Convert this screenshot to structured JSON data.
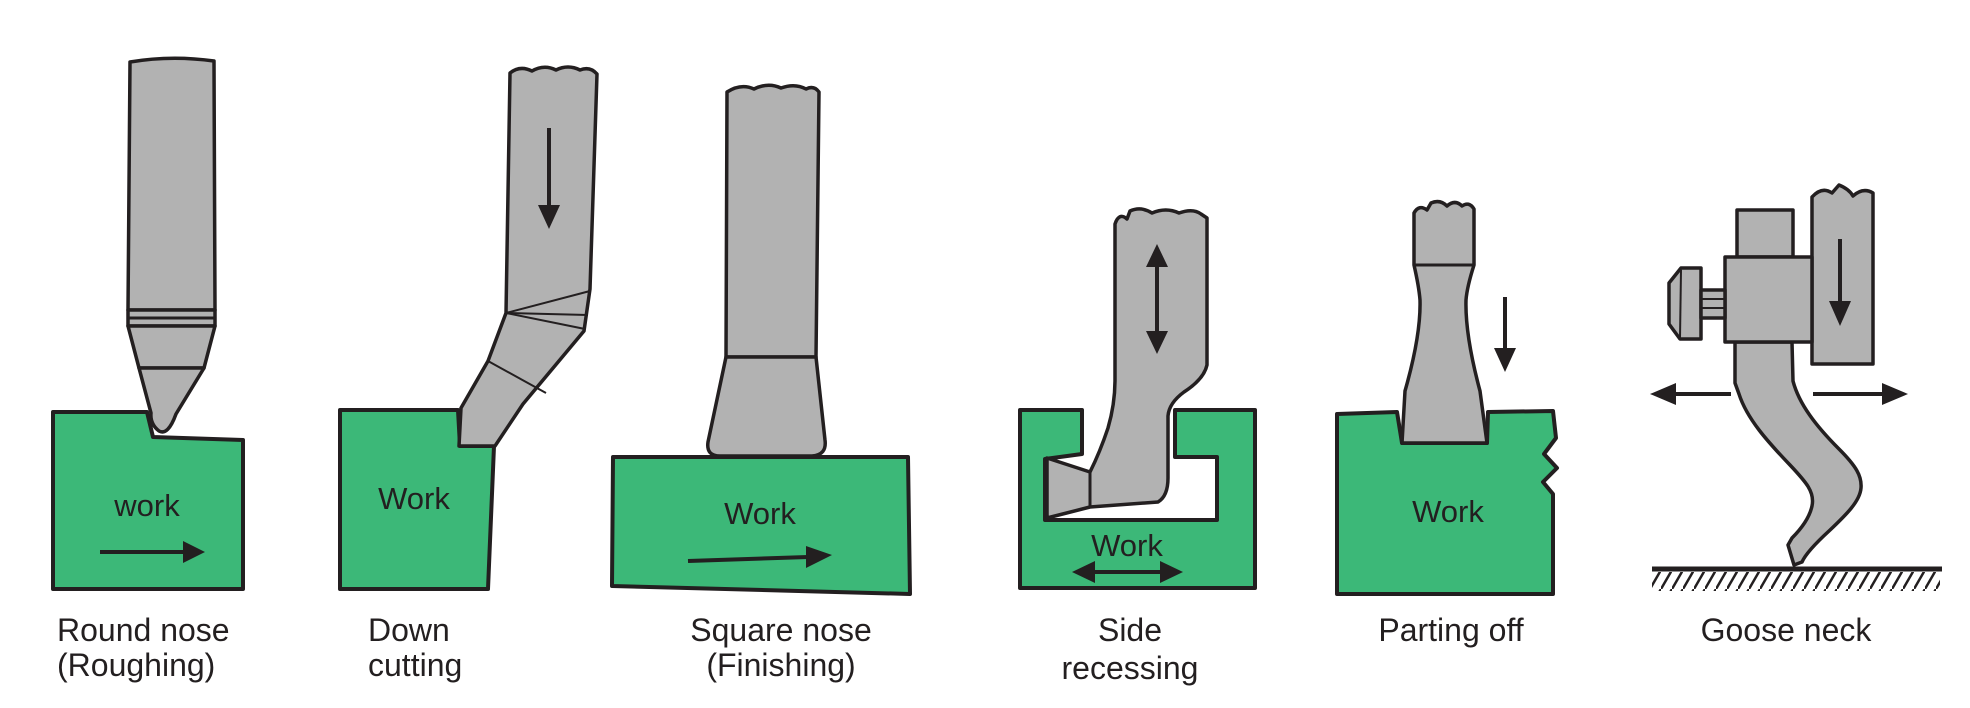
{
  "figure": {
    "colors": {
      "work_green": "#3cb878",
      "tool_gray": "#b2b2b2",
      "outline": "#231f20",
      "text_color": "#231f20"
    },
    "panels": [
      {
        "key": "round-nose",
        "work_label": "work",
        "caption": [
          "Round nose",
          "(Roughing)"
        ]
      },
      {
        "key": "down-cutting",
        "work_label": "Work",
        "caption": [
          "Down",
          "cutting"
        ]
      },
      {
        "key": "square-nose",
        "work_label": "Work",
        "caption": [
          "Square nose",
          "(Finishing)"
        ]
      },
      {
        "key": "side-recessing",
        "work_label": "Work",
        "caption": [
          "Side",
          "recessing"
        ]
      },
      {
        "key": "parting-off",
        "work_label": "Work",
        "caption": [
          "Parting off"
        ]
      },
      {
        "key": "goose-neck",
        "caption": [
          "Goose neck"
        ]
      }
    ]
  }
}
